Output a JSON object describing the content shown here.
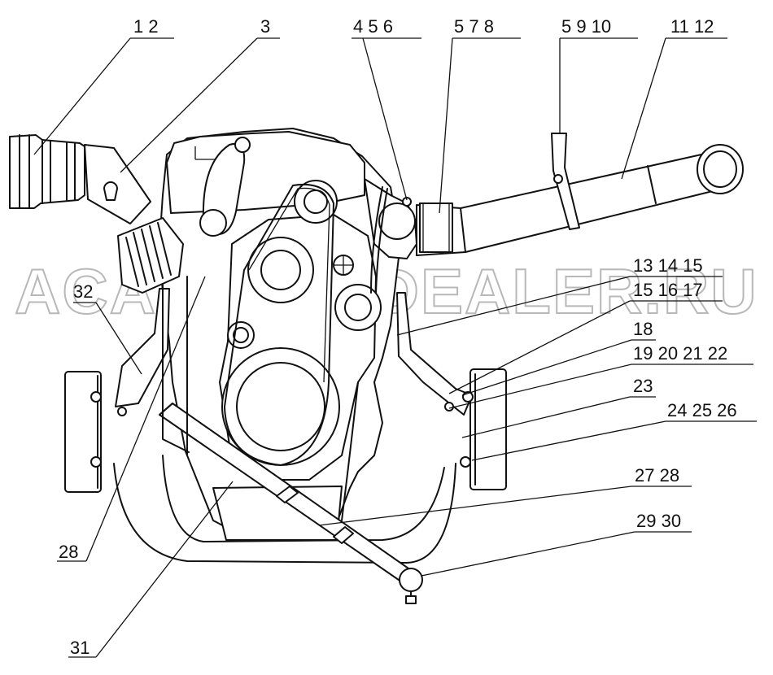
{
  "watermark": "ACATAUTODEALER.RU",
  "callouts": [
    {
      "id": "c1",
      "text": "1 2"
    },
    {
      "id": "c2",
      "text": "3"
    },
    {
      "id": "c3",
      "text": "4 5 6"
    },
    {
      "id": "c4",
      "text": "5 7 8"
    },
    {
      "id": "c5",
      "text": "5 9 10"
    },
    {
      "id": "c6",
      "text": "11 12"
    },
    {
      "id": "c7",
      "text": "13 14 15"
    },
    {
      "id": "c8",
      "text": "15 16 17"
    },
    {
      "id": "c9",
      "text": "18"
    },
    {
      "id": "c10",
      "text": "19 20 21 22"
    },
    {
      "id": "c11",
      "text": "23"
    },
    {
      "id": "c12",
      "text": "24 25 26"
    },
    {
      "id": "c13",
      "text": "27 28"
    },
    {
      "id": "c14",
      "text": "29 30"
    },
    {
      "id": "c15",
      "text": "28"
    },
    {
      "id": "c16",
      "text": "31"
    },
    {
      "id": "c17",
      "text": "32"
    }
  ]
}
